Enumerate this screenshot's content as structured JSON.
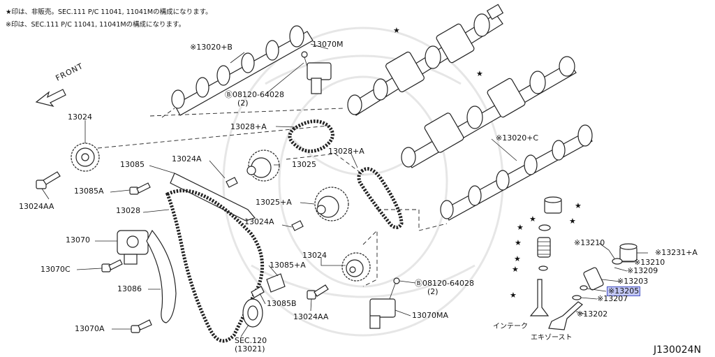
{
  "notes": {
    "line1": "★印は、非販売。SEC.111 P/C 11041, 11041Mの構成になります。",
    "line2": "※印は、SEC.111 P/C 11041, 11041Mの構成になります。"
  },
  "front_label": "FRONT",
  "diagram_id": "J130024N",
  "labels": {
    "p13020b": "※13020+B",
    "p13070m": "13070M",
    "p08120_top": "Ⓑ08120-64028",
    "p08120_top_qty": "(2)",
    "p13024_top": "13024",
    "p13028b": "13028+A",
    "p13024a": "13024A",
    "p13025": "13025",
    "p13028a": "13028+A",
    "p13085": "13085",
    "p13085a": "13085A",
    "p13024aa_left": "13024AA",
    "p13028": "13028",
    "p13025a": "13025+A",
    "p13024a_2": "13024A",
    "p13070": "13070",
    "p13070c": "13070C",
    "p13086": "13086",
    "p13070a": "13070A",
    "p13024_mid": "13024",
    "p13085plus": "13085+A",
    "p13085b": "13085B",
    "p13024aa_mid": "13024AA",
    "p08120_bottom": "Ⓑ08120-64028",
    "p08120_bottom_qty": "(2)",
    "p13070ma": "13070MA",
    "sec120": "SEC.120",
    "sec120_sub": "(13021)",
    "p13020c": "※13020+C",
    "p13210_a": "※13210",
    "p13231a": "※13231+A",
    "p13210_b": "※13210",
    "p13209": "※13209",
    "p13203": "※13203",
    "p13205": "※13205",
    "p13207": "※13207",
    "p13202": "※13202",
    "intake": "インテーク",
    "exhaust": "エキゾースト"
  },
  "star_symbol": "★",
  "colors": {
    "highlight": "#7c84e6",
    "line": "#222222"
  }
}
